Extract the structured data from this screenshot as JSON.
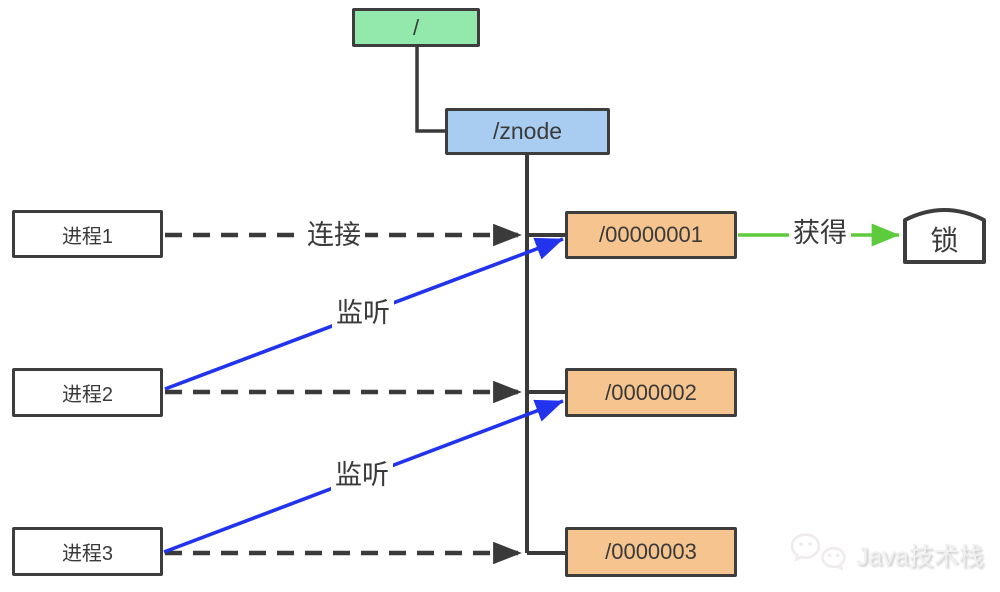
{
  "nodes": {
    "root": {
      "label": "/"
    },
    "znode": {
      "label": "/znode"
    },
    "process1": {
      "label": "进程1"
    },
    "process2": {
      "label": "进程2"
    },
    "process3": {
      "label": "进程3"
    },
    "seq1": {
      "label": "/00000001"
    },
    "seq2": {
      "label": "/0000002"
    },
    "seq3": {
      "label": "/0000003"
    },
    "lock": {
      "label": "锁"
    }
  },
  "edge_labels": {
    "connect": "连接",
    "watch1": "监听",
    "watch2": "监听",
    "acquire": "获得"
  },
  "colors": {
    "box_border": "#3d3d3d",
    "tree_line": "#3a3a3a",
    "root_fill": "#92e9ab",
    "znode_fill": "#a9cdf0",
    "seq_fill": "#f5c48f",
    "process_fill": "#ffffff",
    "connect_arrow": "#3a3a3a",
    "watch_arrow": "#2233ee",
    "acquire_arrow": "#5ecb3c"
  },
  "watermark": {
    "icon": "wechat-icon",
    "text": "Java技术栈"
  }
}
